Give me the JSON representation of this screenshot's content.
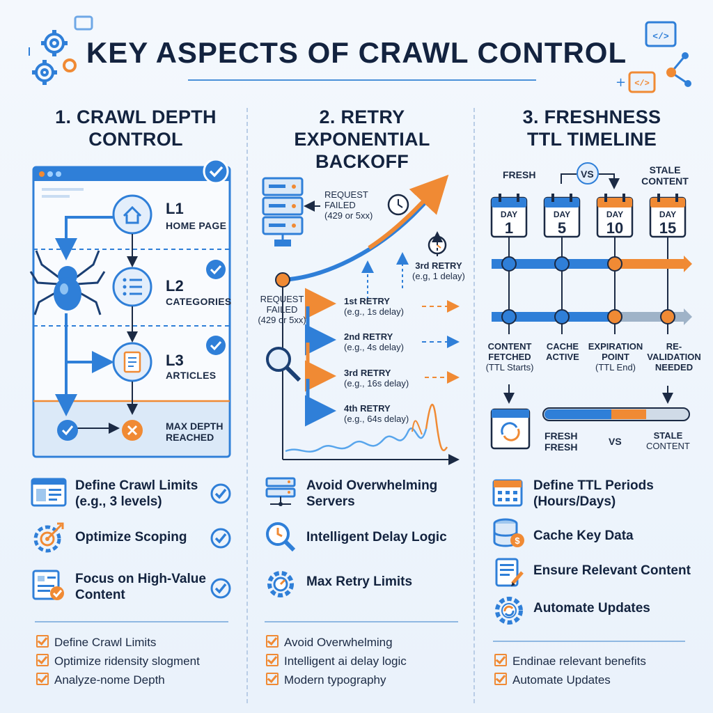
{
  "title": "KEY ASPECTS OF CRAWL CONTROL",
  "col1": {
    "heading_line1": "1. CRAWL DEPTH",
    "heading_line2": "CONTROL",
    "levels": [
      {
        "code": "L1",
        "name": "HOME PAGE"
      },
      {
        "code": "L2",
        "name": "CATEGORIES"
      },
      {
        "code": "L3",
        "name": "ARTICLES"
      }
    ],
    "max_depth_line1": "MAX DEPTH",
    "max_depth_line2": "REACHED",
    "features": [
      {
        "line1": "Define Crawl Limits",
        "line2": "(e.g., 3 levels)"
      },
      {
        "line1": "Optimize Scoping",
        "line2": ""
      },
      {
        "line1": "Focus on High-Value",
        "line2": "Content"
      }
    ],
    "checklist": [
      "Define Crawl Limits",
      "Optimize ridensity slogment",
      "Analyze-nome Depth"
    ]
  },
  "col2": {
    "heading_line1": "2. RETRY",
    "heading_line2": "EXPONENTIAL",
    "heading_line3": "BACKOFF",
    "request_failed_top": {
      "line1": "REQUEST",
      "line2": "FAILED",
      "line3": "(429 or 5xx)"
    },
    "request_failed_left": {
      "line1": "REQUEST",
      "line2": "FAILED",
      "line3": "(429 or 5xx)"
    },
    "third_retry_top": {
      "line1": "3rd RETRY",
      "line2": "(e.g, 1 delay)"
    },
    "retries": [
      {
        "name": "1st RETRY",
        "delay": "(e.g., 1s delay)"
      },
      {
        "name": "2nd RETRY",
        "delay": "(e.g., 4s delay)"
      },
      {
        "name": "3rd RETRY",
        "delay": "(e.g., 16s delay)"
      },
      {
        "name": "4th RETRY",
        "delay": "(e.g., 64s delay)"
      }
    ],
    "features": [
      {
        "line1": "Avoid Overwhelming",
        "line2": "Servers"
      },
      {
        "line1": "Intelligent Delay Logic",
        "line2": ""
      },
      {
        "line1": "Max Retry Limits",
        "line2": ""
      }
    ],
    "checklist": [
      "Avoid Overwhelming",
      "Intelligent ai delay logic",
      "Modern typography"
    ]
  },
  "col3": {
    "heading_line1": "3. FRESHNESS",
    "heading_line2": "TTL TIMELINE",
    "fresh_label": "FRESH",
    "vs_label": "VS",
    "stale_label_line1": "STALE",
    "stale_label_line2": "CONTENT",
    "day_word": "DAY",
    "days": [
      "1",
      "5",
      "10",
      "15"
    ],
    "stages": [
      {
        "line1": "CONTENT",
        "line2": "FETCHED",
        "line3": "(TTL Starts)"
      },
      {
        "line1": "CACHE",
        "line2": "ACTIVE",
        "line3": ""
      },
      {
        "line1": "EXPIRATION",
        "line2": "POINT",
        "line3": "(TTL End)"
      },
      {
        "line1": "RE-",
        "line2": "VALIDATION",
        "line3": "NEEDED"
      }
    ],
    "bottom_fresh_line1": "FRESH",
    "bottom_fresh_line2": "FRESH",
    "bottom_vs": "VS",
    "bottom_stale_line1": "STALE",
    "bottom_stale_line2": "CONTENT",
    "features": [
      {
        "line1": "Define TTL Periods",
        "line2": "(Hours/Days)"
      },
      {
        "line1": "Cache Key Data",
        "line2": ""
      },
      {
        "line1": "Ensure Relevant Content",
        "line2": ""
      },
      {
        "line1": "Automate Updates",
        "line2": ""
      }
    ],
    "checklist": [
      "Endinae relevant benefits",
      "Automate Updates"
    ]
  },
  "colors": {
    "blue": "#2f7fd8",
    "orange": "#f08a34",
    "navy": "#13233f",
    "light_blue": "#dbe9f8"
  }
}
